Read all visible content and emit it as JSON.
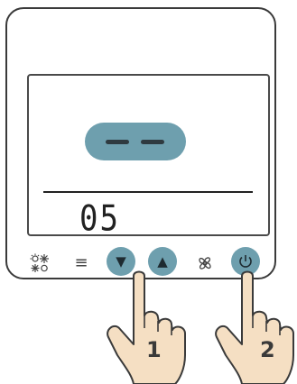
{
  "display": {
    "readout": "05"
  },
  "buttons": {
    "down_glyph": "▼",
    "up_glyph": "▲",
    "power_glyph": "⏻",
    "mode_glyph": "≡"
  },
  "callouts": {
    "first": "1",
    "second": "2"
  },
  "colors": {
    "accent": "#6e9fae",
    "outline": "#3a3a3a",
    "hand_fill": "#f5dfc3"
  },
  "icons": [
    "sun-snowflake-mode-icon",
    "menu-icon",
    "down-arrow-icon",
    "up-arrow-icon",
    "fan-icon",
    "power-icon",
    "pointing-hand-icon"
  ]
}
